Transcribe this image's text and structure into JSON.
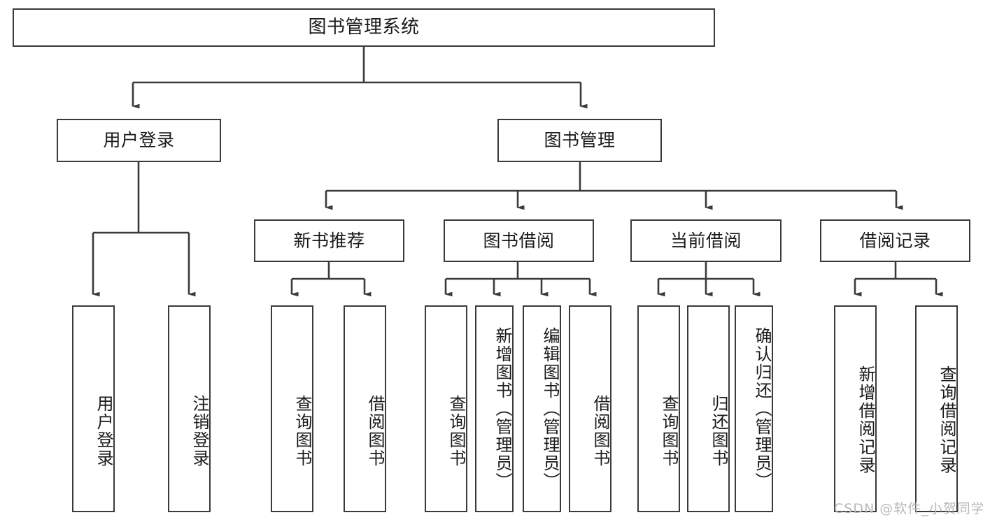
{
  "diagram": {
    "title": "图书管理系统",
    "type": "hierarchy-tree",
    "background_color": "#ffffff",
    "border_color": "#3a3a3a",
    "text_color": "#1a1a1a",
    "levels": {
      "root": {
        "label": "图书管理系统"
      },
      "level2": [
        {
          "label": "用户登录"
        },
        {
          "label": "图书管理"
        }
      ],
      "level3": [
        {
          "label": "新书推荐"
        },
        {
          "label": "图书借阅"
        },
        {
          "label": "当前借阅"
        },
        {
          "label": "借阅记录"
        }
      ],
      "leaves": {
        "user_login": [
          {
            "label": "用户登录"
          },
          {
            "label": "注销登录"
          }
        ],
        "new_book_recommend": [
          {
            "label": "查询图书"
          },
          {
            "label": "借阅图书"
          }
        ],
        "book_borrow": [
          {
            "label": "查询图书"
          },
          {
            "label": "新增图书（管理员）"
          },
          {
            "label": "编辑图书（管理员）"
          },
          {
            "label": "借阅图书"
          }
        ],
        "current_borrow": [
          {
            "label": "查询图书"
          },
          {
            "label": "归还图书"
          },
          {
            "label": "确认归还（管理员）"
          }
        ],
        "borrow_record": [
          {
            "label": "新增借阅记录"
          },
          {
            "label": "查询借阅记录"
          }
        ]
      }
    }
  },
  "watermark": {
    "text": "CSDN @软件_小贺同学",
    "color": "#b9b9b9"
  }
}
